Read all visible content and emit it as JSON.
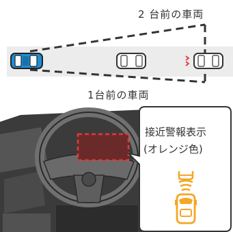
{
  "labels": {
    "two_ahead": "2 台前の車両",
    "one_ahead": "1台前の車両"
  },
  "callout": {
    "title": "接近警報表示",
    "subtitle": "(オレンジ色)"
  },
  "colors": {
    "road": "#ececec",
    "own_car": "#1e8fd6",
    "warning_orange": "#f5a623",
    "alert_red": "#e53935",
    "dark": "#3b3b3b"
  },
  "icons": [
    "own-car-icon",
    "lead-car-icon",
    "second-car-icon",
    "steering-wheel-icon",
    "proximity-warning-icon"
  ]
}
